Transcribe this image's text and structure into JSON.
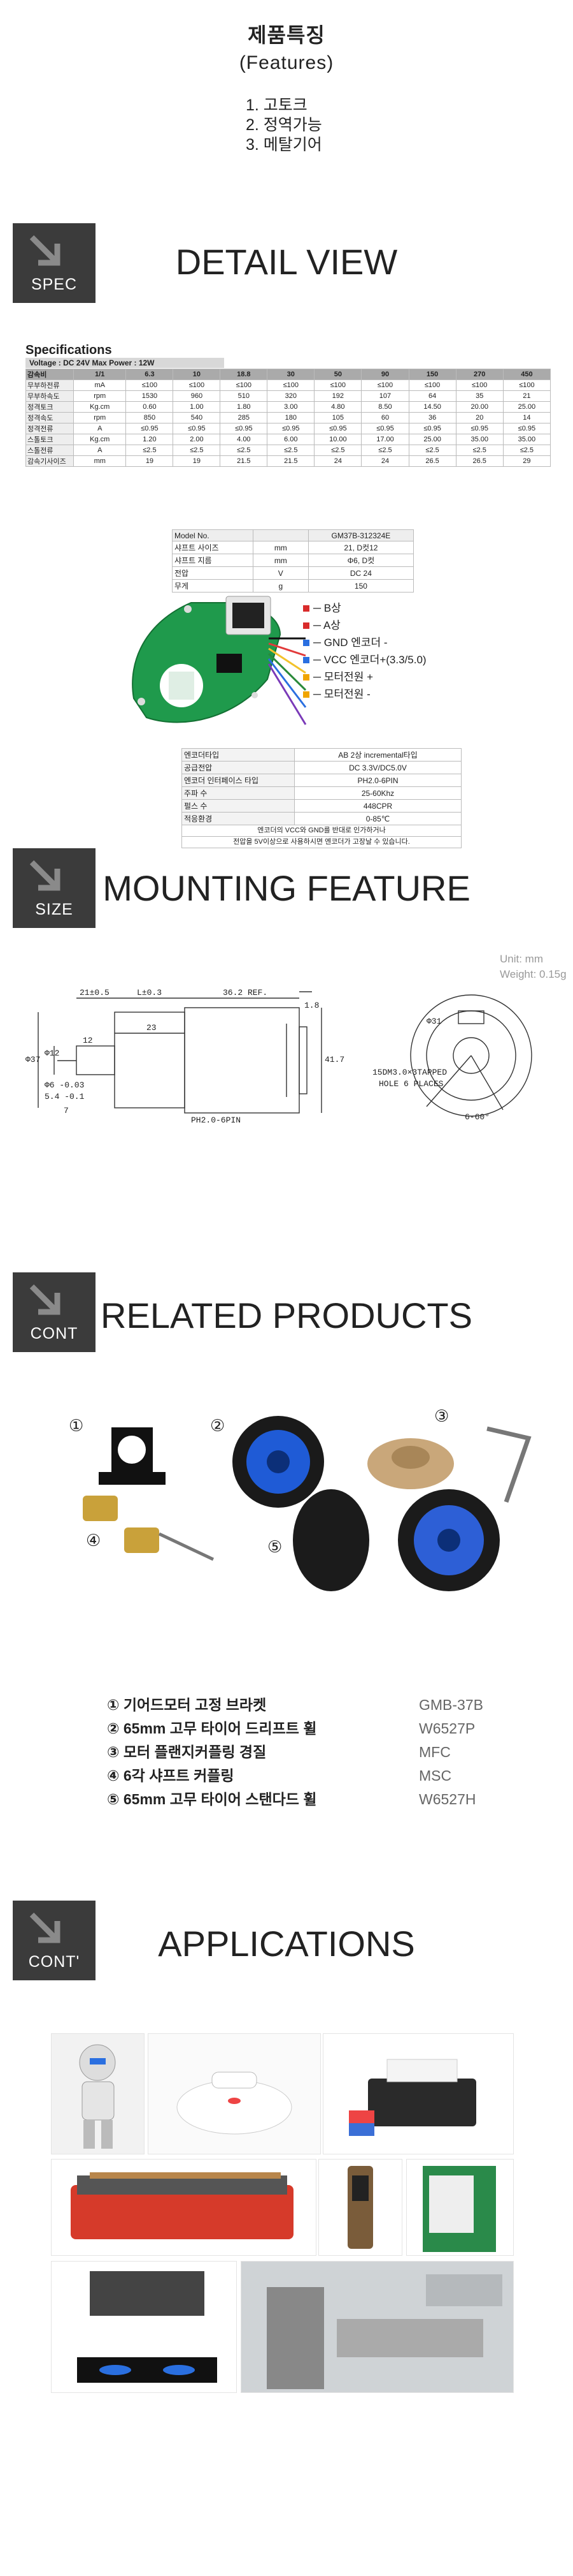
{
  "features": {
    "title": "제품특징",
    "subtitle": "(Features)",
    "items": [
      "1. 고토크",
      "2. 정역가능",
      "3. 메탈기어"
    ]
  },
  "sections": {
    "spec": {
      "label": "SPEC",
      "title": "DETAIL VIEW"
    },
    "size": {
      "label": "SIZE",
      "title": "MOUNTING FEATURE"
    },
    "cont": {
      "label": "CONT",
      "title": "RELATED PRODUCTS"
    },
    "cont2": {
      "label": "CONT'",
      "title": "APPLICATIONS"
    }
  },
  "spec_table": {
    "title": "Specifications",
    "subtitle": "Voltage : DC 24V    Max Power : 12W",
    "rows": [
      [
        "감속비",
        "1/1",
        "6.3",
        "10",
        "18.8",
        "30",
        "50",
        "90",
        "150",
        "270",
        "450"
      ],
      [
        "무부하전류",
        "mA",
        "≤100",
        "≤100",
        "≤100",
        "≤100",
        "≤100",
        "≤100",
        "≤100",
        "≤100",
        "≤100"
      ],
      [
        "무부하속도",
        "rpm",
        "1530",
        "960",
        "510",
        "320",
        "192",
        "107",
        "64",
        "35",
        "21"
      ],
      [
        "정격토크",
        "Kg.cm",
        "0.60",
        "1.00",
        "1.80",
        "3.00",
        "4.80",
        "8.50",
        "14.50",
        "20.00",
        "25.00"
      ],
      [
        "정격속도",
        "rpm",
        "850",
        "540",
        "285",
        "180",
        "105",
        "60",
        "36",
        "20",
        "14"
      ],
      [
        "정격전류",
        "A",
        "≤0.95",
        "≤0.95",
        "≤0.95",
        "≤0.95",
        "≤0.95",
        "≤0.95",
        "≤0.95",
        "≤0.95",
        "≤0.95"
      ],
      [
        "스톨토크",
        "Kg.cm",
        "1.20",
        "2.00",
        "4.00",
        "6.00",
        "10.00",
        "17.00",
        "25.00",
        "35.00",
        "35.00"
      ],
      [
        "스톨전류",
        "A",
        "≤2.5",
        "≤2.5",
        "≤2.5",
        "≤2.5",
        "≤2.5",
        "≤2.5",
        "≤2.5",
        "≤2.5",
        "≤2.5"
      ],
      [
        "감속기사이즈",
        "mm",
        "19",
        "19",
        "21.5",
        "21.5",
        "24",
        "24",
        "26.5",
        "26.5",
        "29"
      ]
    ]
  },
  "model_table": {
    "rows": [
      [
        "Model No.",
        "",
        "GM37B-312324E"
      ],
      [
        "샤프트 사이즈",
        "mm",
        "21, D컷12"
      ],
      [
        "샤프트 지름",
        "mm",
        "Φ6, D컷"
      ],
      [
        "전압",
        "V",
        "DC 24"
      ],
      [
        "무게",
        "g",
        "150"
      ]
    ]
  },
  "wires": [
    {
      "label": "B상",
      "color": "#d92b2b"
    },
    {
      "label": "A상",
      "color": "#d92b2b"
    },
    {
      "label": "GND 엔코더 -",
      "color": "#2a6fe0"
    },
    {
      "label": "VCC 엔코더+(3.3/5.0)",
      "color": "#2a6fe0"
    },
    {
      "label": "모터전원 +",
      "color": "#f0a500"
    },
    {
      "label": "모터전원 -",
      "color": "#f0a500"
    }
  ],
  "encoder_table": {
    "rows": [
      [
        "엔코더타입",
        "AB 2상 incremental타입"
      ],
      [
        "공급전압",
        "DC 3.3V/DC5.0V"
      ],
      [
        "엔코더 인터페이스 타입",
        "PH2.0-6PIN"
      ],
      [
        "주파 수",
        "25-60Khz"
      ],
      [
        "펄스 수",
        "448CPR"
      ],
      [
        "적응환경",
        "0-85℃"
      ]
    ],
    "note_line1": "엔코더의 VCC와 GND를 반대로 인가하거나",
    "note_line2": "전압을 5V이상으로 사용하시면 엔코더가 고장날 수 있습니다."
  },
  "mounting": {
    "unit": "Unit: mm",
    "weight": "Weight: 0.15g",
    "dims": [
      "21±0.5",
      "L±0.3",
      "36.2 REF.",
      "1.8",
      "12",
      "23",
      "Φ37",
      "Φ12",
      "Φ6 -0.03",
      "5.4 -0.1",
      "7",
      "41.7",
      "Φ31",
      "15DM3.0×3TAPPED",
      "HOLE 6 PLACES",
      "6-60°",
      "PH2.0-6PIN"
    ]
  },
  "related": {
    "markers": [
      "①",
      "②",
      "③",
      "④",
      "⑤"
    ],
    "items": [
      {
        "name": "① 기어드모터 고정 브라켓",
        "code": "GMB-37B"
      },
      {
        "name": "② 65mm 고무 타이어 드리프트 휠",
        "code": "W6527P"
      },
      {
        "name": "③ 모터 플랜지커플링 경질",
        "code": "MFC"
      },
      {
        "name": "④ 6각 샤프트 커플링",
        "code": "MSC"
      },
      {
        "name": "⑤ 65mm 고무 타이어 스탠다드 휠",
        "code": "W6527H"
      }
    ]
  },
  "colors": {
    "banner": "#3b3b3b",
    "accent_blue": "#1f5bd6"
  }
}
